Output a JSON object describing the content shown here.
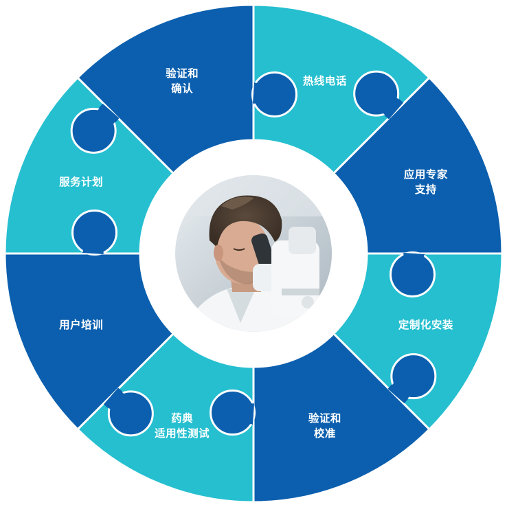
{
  "segments": [
    {
      "lines": [
        "热线电话"
      ],
      "color": "#25bfd0"
    },
    {
      "lines": [
        "应用专家",
        "支持"
      ],
      "color": "#0b5fae"
    },
    {
      "lines": [
        "定制化安装"
      ],
      "color": "#25bfd0"
    },
    {
      "lines": [
        "验证和",
        "校准"
      ],
      "color": "#0b5fae"
    },
    {
      "lines": [
        "药典",
        "适用性测试"
      ],
      "color": "#25bfd0"
    },
    {
      "lines": [
        "用户培训"
      ],
      "color": "#0b5fae"
    },
    {
      "lines": [
        "服务计划"
      ],
      "color": "#25bfd0"
    },
    {
      "lines": [
        "验证和",
        "确认"
      ],
      "color": "#0b5fae"
    }
  ],
  "center_photo": {
    "description_icon": "scientist-with-microscope-photo"
  }
}
